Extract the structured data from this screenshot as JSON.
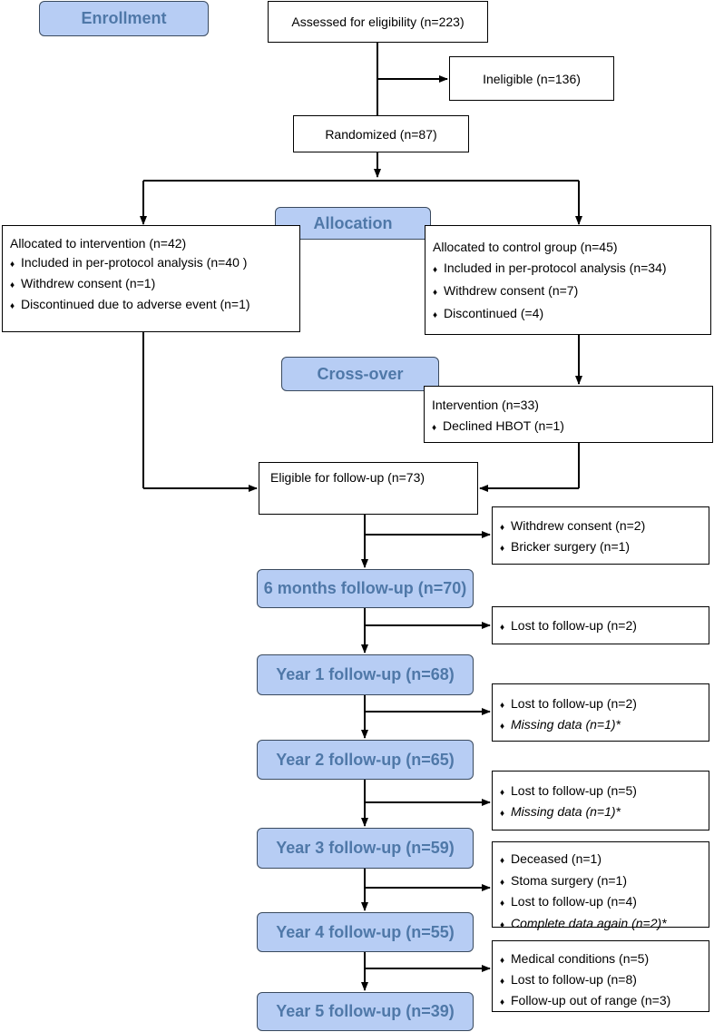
{
  "stages": {
    "enrollment": "Enrollment",
    "allocation": "Allocation",
    "crossover": "Cross-over",
    "followups": [
      "6 months follow-up (n=70)",
      "Year 1 follow-up (n=68)",
      "Year 2 follow-up (n=65)",
      "Year 3 follow-up (n=59)",
      "Year 4 follow-up (n=55)",
      "Year 5 follow-up (n=39)"
    ]
  },
  "boxes": {
    "assessed": "Assessed for eligibility (n=223)",
    "ineligible": "Ineligible (n=136)",
    "randomized": "Randomized (n=87)",
    "intervention": {
      "title": "Allocated to intervention (n=42)",
      "items": [
        "Included in per-protocol analysis (n=40 )",
        "Withdrew consent (n=1)",
        "Discontinued due to adverse event (n=1)"
      ]
    },
    "control": {
      "title": "Allocated to control group (n=45)",
      "items": [
        "Included in per-protocol analysis (n=34)",
        "Withdrew consent (n=7)",
        "Discontinued (=4)"
      ]
    },
    "crossover": {
      "title": "Intervention (n=33)",
      "items": [
        "Declined HBOT (n=1)"
      ]
    },
    "eligible": "Eligible for follow-up (n=73)"
  },
  "losses": [
    [
      "Withdrew consent (n=2)",
      "Bricker surgery (n=1)"
    ],
    [
      "Lost to follow-up (n=2)"
    ],
    [
      "Lost to follow-up (n=2)",
      "Missing data (n=1)*"
    ],
    [
      "Lost to follow-up (n=5)",
      "Missing data (n=1)*"
    ],
    [
      "Deceased (n=1)",
      "Stoma surgery (n=1)",
      "Lost to follow-up (n=4)",
      "Complete data again (n=2)*"
    ],
    [
      "Medical conditions (n=5)",
      "Lost to follow-up (n=8)",
      "Follow-up out of range (n=3)"
    ]
  ],
  "bullet_glyph": "♦",
  "colors": {
    "stage_fill": "#b7cdf4",
    "stage_text": "#4f78a8",
    "line": "#000000"
  }
}
